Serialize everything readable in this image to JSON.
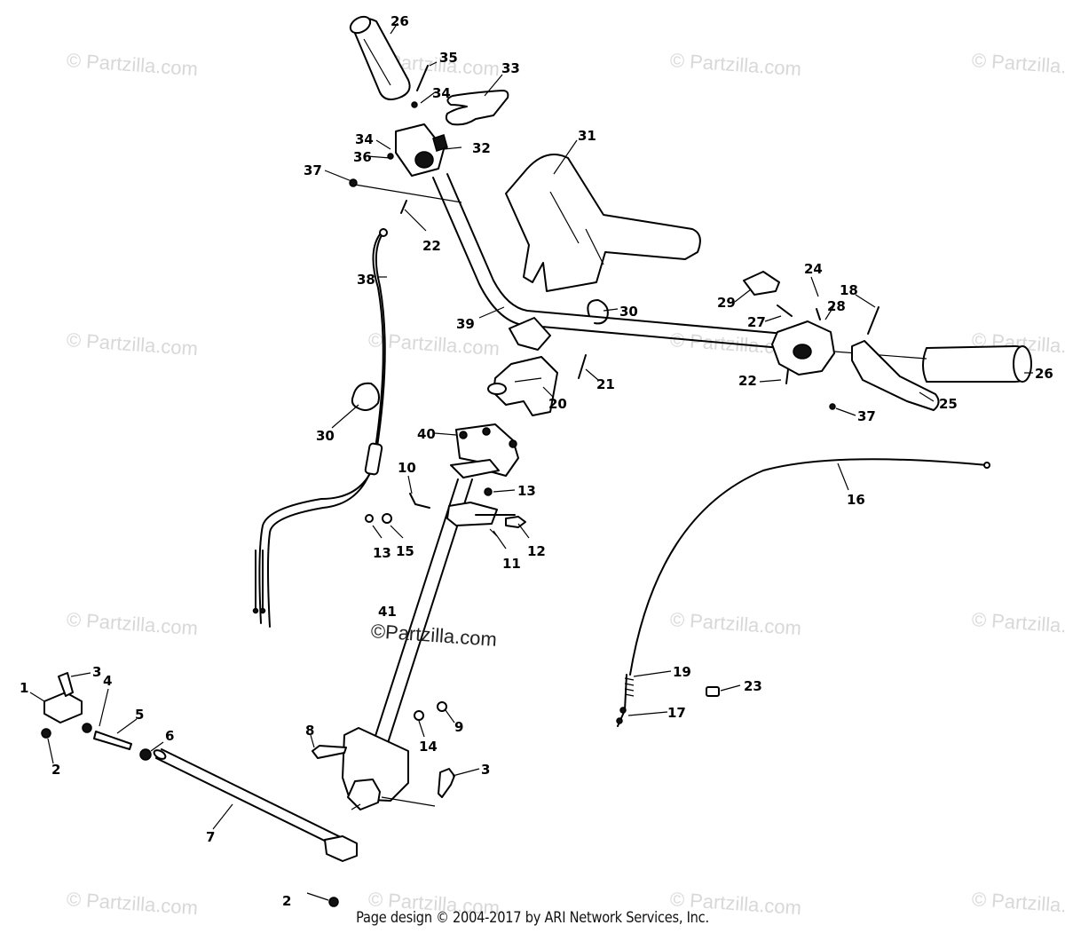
{
  "watermark": "© Partzilla.com",
  "center_watermark": "©Partzilla.com",
  "footer": "Page design © 2004-2017 by ARI Network Services, Inc.",
  "callouts": {
    "n1": "1",
    "n2": "2",
    "n3": "3",
    "n4": "4",
    "n5": "5",
    "n6": "6",
    "n7": "7",
    "n8": "8",
    "n9": "9",
    "n10": "10",
    "n11": "11",
    "n12": "12",
    "n13": "13",
    "n14": "14",
    "n15": "15",
    "n16": "16",
    "n17": "17",
    "n18": "18",
    "n19": "19",
    "n20": "20",
    "n21": "21",
    "n22": "22",
    "n23": "23",
    "n24": "24",
    "n25": "25",
    "n26": "26",
    "n27": "27",
    "n28": "28",
    "n29": "29",
    "n30": "30",
    "n31": "31",
    "n32": "32",
    "n33": "33",
    "n34": "34",
    "n35": "35",
    "n36": "36",
    "n37": "37",
    "n38": "38",
    "n39": "39",
    "n40": "40",
    "n41": "41"
  }
}
